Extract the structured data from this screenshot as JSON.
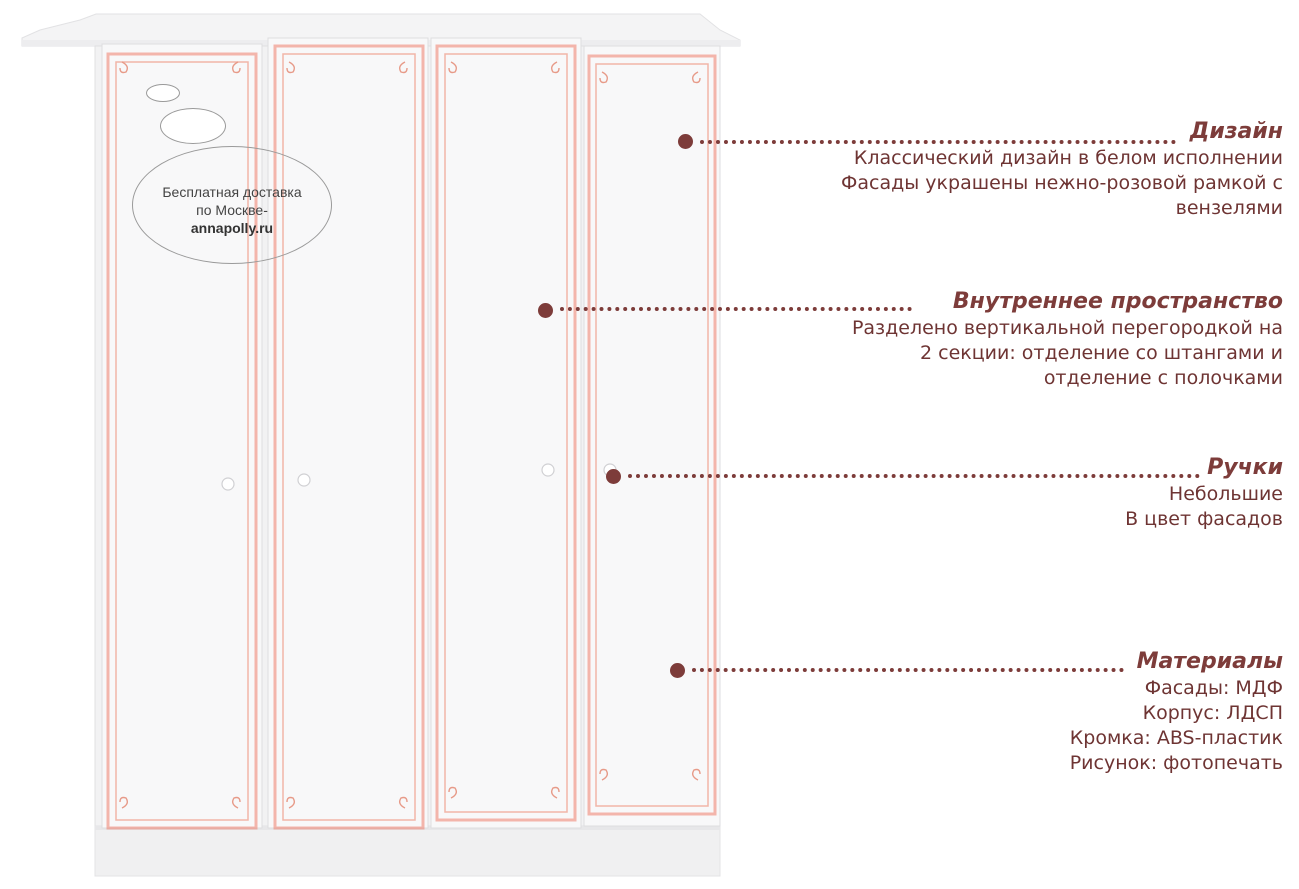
{
  "promo": {
    "line1": "Бесплатная доставка",
    "line2": "по Москве-",
    "brand": "annapolly.ru"
  },
  "features": [
    {
      "id": "design",
      "title": "Дизайн",
      "lines": [
        "Классический дизайн в белом исполнении",
        "Фасады украшены нежно-розовой рамкой с",
        "вензелями"
      ]
    },
    {
      "id": "interior",
      "title": "Внутреннее пространство",
      "lines": [
        "Разделено вертикальной перегородкой на",
        "2 секции: отделение со штангами и",
        "отделение с полочками"
      ]
    },
    {
      "id": "handles",
      "title": "Ручки",
      "lines": [
        "Небольшие",
        "В цвет фасадов"
      ]
    },
    {
      "id": "materials",
      "title": "Материалы",
      "lines": [
        "Фасады: МДФ",
        "Корпус: ЛДСП",
        "Кромка: ABS-пластик",
        "Рисунок: фотопечать"
      ]
    }
  ],
  "colors": {
    "accent": "#7d3c3a",
    "frame_pink": "#e9a08f",
    "facade_white": "#f7f7f8"
  }
}
